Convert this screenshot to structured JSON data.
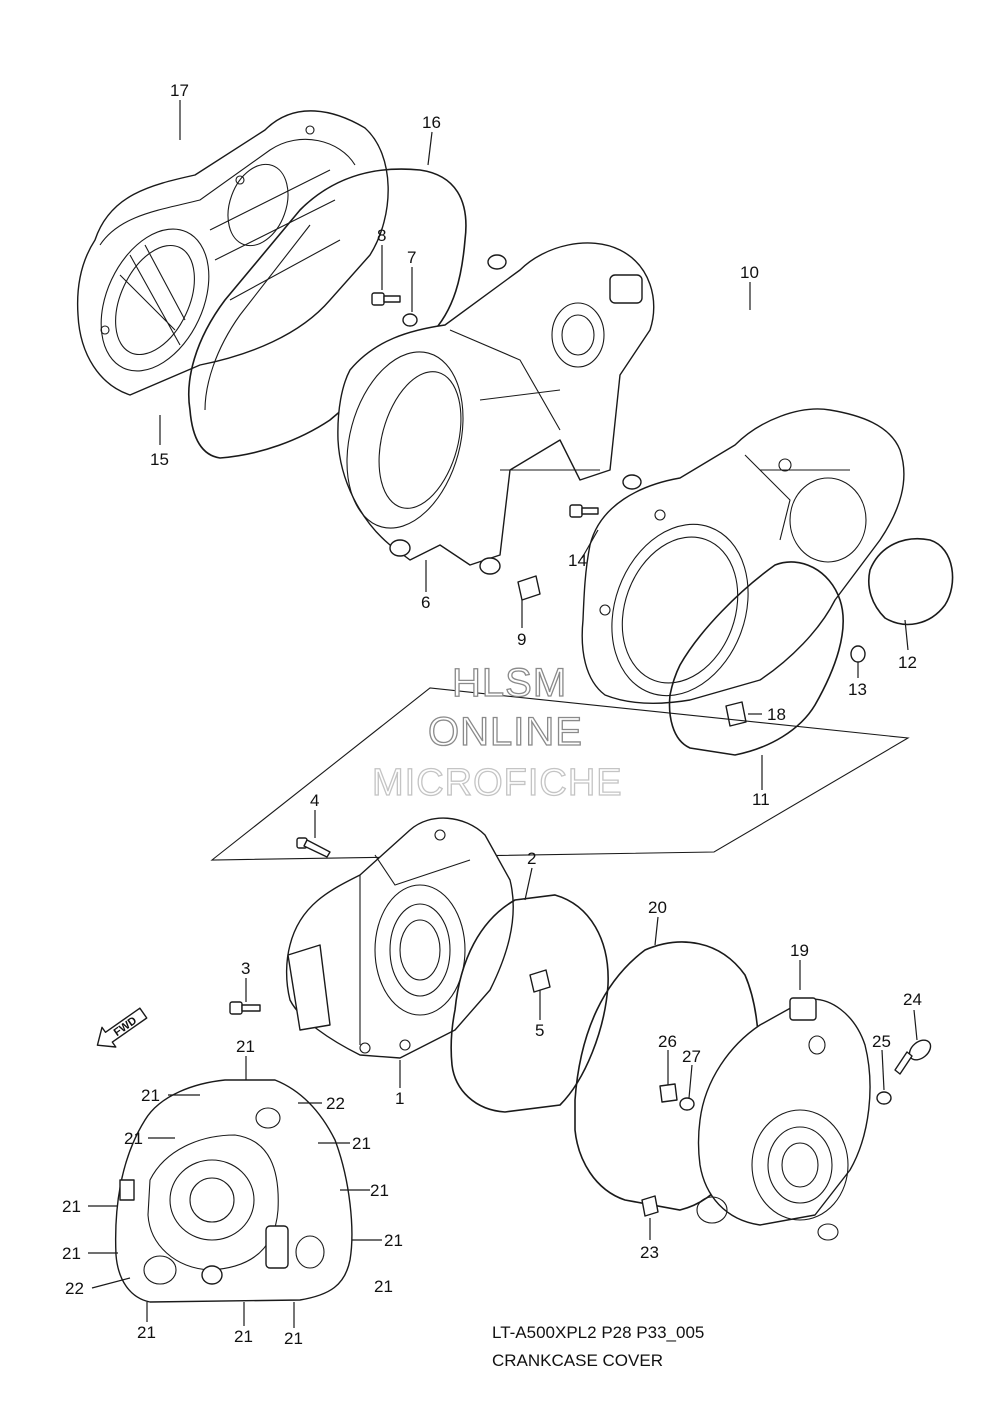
{
  "diagram": {
    "callouts": [
      "1",
      "2",
      "3",
      "4",
      "5",
      "6",
      "7",
      "8",
      "9",
      "10",
      "11",
      "12",
      "13",
      "14",
      "15",
      "16",
      "17",
      "18",
      "19",
      "20",
      "21",
      "22",
      "23",
      "24",
      "25",
      "26",
      "27"
    ],
    "watermark": [
      "HLSM",
      "ONLINE",
      "MICROFICHE"
    ],
    "direction_label": "FWD",
    "caption": {
      "model_ref": "LT-A500XPL2 P28 P33_005",
      "title": "CRANKCASE COVER"
    },
    "colors": {
      "line": "#1a1a1a",
      "background": "#ffffff",
      "watermark_outline": "#8a8a8a"
    }
  }
}
